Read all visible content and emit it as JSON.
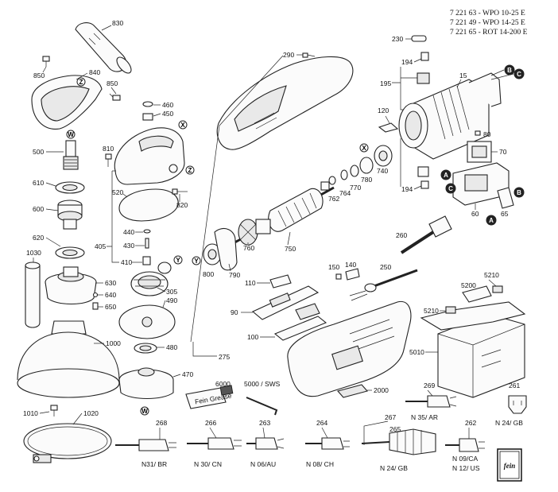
{
  "header": {
    "line1": "7 221 63 - WPO 10-25 E",
    "line2": "7 221 49 - WPO 14-25 E",
    "line3": "7 221 65 - ROT 14-200 E"
  },
  "parts": {
    "p830": "830",
    "p850a": "850",
    "p840": "840",
    "p850b": "850",
    "p460": "460",
    "p450": "450",
    "p500": "500",
    "p810": "810",
    "p610": "610",
    "p600": "600",
    "p620": "620",
    "p1030": "1030",
    "p520": "520",
    "p820": "820",
    "p440": "440",
    "p405": "405",
    "p430": "430",
    "p410": "410",
    "p630": "630",
    "p640": "640",
    "p650": "650",
    "p305": "305",
    "p490": "490",
    "p480": "480",
    "p1000": "1000",
    "p470": "470",
    "p1010": "1010",
    "p1020": "1020",
    "p290": "290",
    "p230": "230",
    "p194a": "194",
    "p195": "195",
    "p15": "15",
    "p120": "120",
    "p80": "80",
    "p70": "70",
    "p740": "740",
    "p780": "780",
    "p770": "770",
    "p764": "764",
    "p762": "762",
    "p194b": "194",
    "p60": "60",
    "p65": "65",
    "p760": "760",
    "p750": "750",
    "p800": "800",
    "p790": "790",
    "p260": "260",
    "p150": "150",
    "p140": "140",
    "p250": "250",
    "p110": "110",
    "p90": "90",
    "p100": "100",
    "p275": "275",
    "p5200": "5200",
    "p5210a": "5210",
    "p5210b": "5210",
    "p5010": "5010",
    "p6000": "6000",
    "p5000": "5000 / SWS",
    "p2000": "2000",
    "p269": "269",
    "p261": "261",
    "p268": "268",
    "p266": "266",
    "p263": "263",
    "p264": "264",
    "p267": "267",
    "p265": "265",
    "p262": "262"
  },
  "tube_text": "Fein Grease",
  "plugs": {
    "br": "N31/ BR",
    "cn": "N 30/ CN",
    "au": "N 06/AU",
    "ch": "N 08/ CH",
    "gb_cable": "N 24/ GB",
    "ar": "N 35/ AR",
    "gb_adapter": "N 24/ GB",
    "ca": "N 09/CA",
    "us": "N 12/ US"
  },
  "markers": {
    "z": "Z",
    "w": "W",
    "x": "X",
    "y": "Y",
    "a": "A",
    "b": "B",
    "c": "C"
  },
  "logo_text": "fein"
}
